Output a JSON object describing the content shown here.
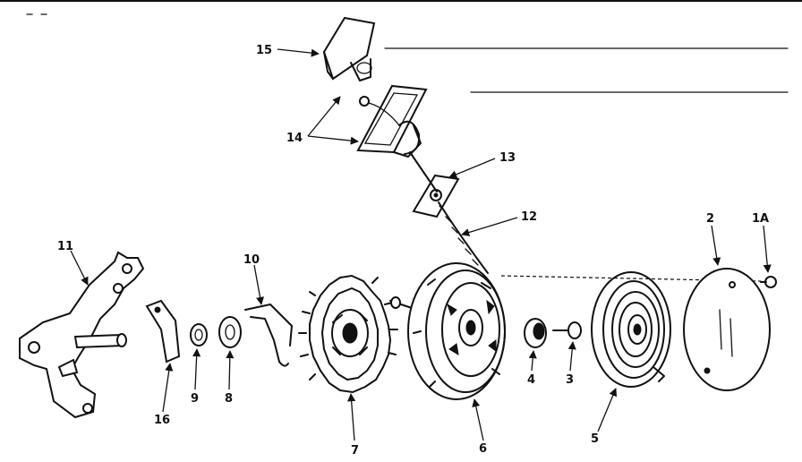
{
  "diagram": {
    "callouts": [
      {
        "id": "p15",
        "label": "15"
      },
      {
        "id": "p14",
        "label": "14"
      },
      {
        "id": "p13",
        "label": "13"
      },
      {
        "id": "p12",
        "label": "12"
      },
      {
        "id": "p11",
        "label": "11"
      },
      {
        "id": "p10",
        "label": "10"
      },
      {
        "id": "p2",
        "label": "2"
      },
      {
        "id": "p1a",
        "label": "1A"
      },
      {
        "id": "p16",
        "label": "16"
      },
      {
        "id": "p9",
        "label": "9"
      },
      {
        "id": "p8",
        "label": "8"
      },
      {
        "id": "p4",
        "label": "4"
      },
      {
        "id": "p3",
        "label": "3"
      },
      {
        "id": "p7",
        "label": "7"
      },
      {
        "id": "p6",
        "label": "6"
      },
      {
        "id": "p5",
        "label": "5"
      }
    ]
  }
}
